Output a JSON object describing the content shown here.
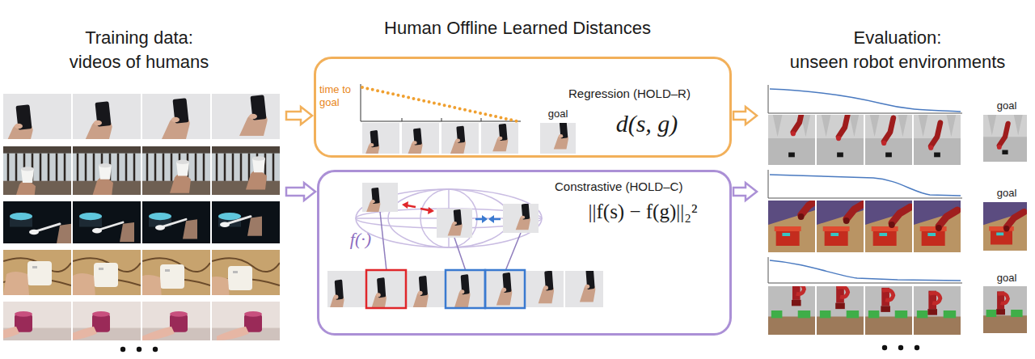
{
  "diagram": {
    "title": "Human Offline Learned Distances",
    "nodes": [
      {
        "text": [
          "Training data:",
          "videos of humans"
        ]
      },
      {
        "text": [
          "time to goal",
          "goal",
          "Regression (HOLD–R)",
          "d(s, g)"
        ]
      },
      {
        "text": [
          "Constrastive (HOLD–C)",
          "||f(s) − f(g)||₂²",
          "f(·)"
        ]
      },
      {
        "text": [
          "Evaluation:",
          "unseen robot environments",
          "goal",
          "goal",
          "goal"
        ]
      }
    ],
    "edges": [
      {
        "from": 0,
        "to": 1,
        "arrow": "to"
      },
      {
        "from": 0,
        "to": 2,
        "arrow": "to"
      },
      {
        "from": 1,
        "to": 3,
        "arrow": "to"
      },
      {
        "from": 2,
        "to": 3,
        "arrow": "to"
      }
    ]
  }
}
